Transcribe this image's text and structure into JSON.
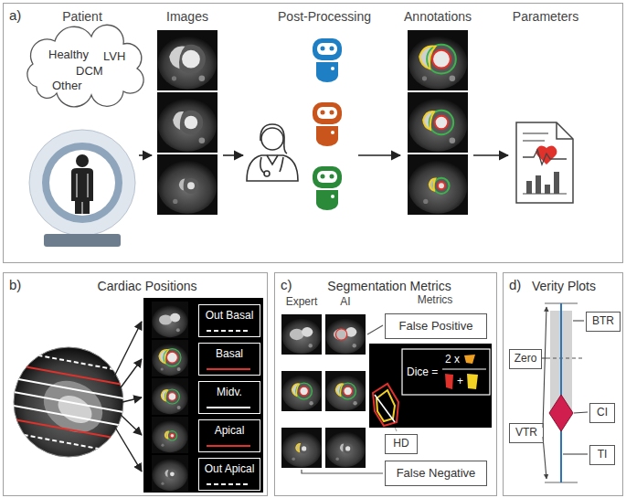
{
  "diagram": {
    "nodes": [
      {
        "text": [
          "a)"
        ]
      },
      {
        "text": [
          "Healthy",
          "LVH",
          "DCM",
          "Other"
        ],
        "in": 0
      },
      {
        "text": [
          "b)",
          "Cardiac Positions"
        ]
      },
      {
        "text": [
          "Out Basal"
        ],
        "in": 2
      },
      {
        "text": [
          "Basal"
        ],
        "in": 2
      },
      {
        "text": [
          "Midv."
        ],
        "in": 2
      },
      {
        "text": [
          "Apical"
        ],
        "in": 2
      },
      {
        "text": [
          "Out Apical"
        ],
        "in": 2
      },
      {
        "text": [
          "c)",
          "Segmentation Metrics"
        ]
      },
      {
        "text": [
          "False Positive"
        ],
        "in": 8
      },
      {
        "text": [
          "Dice =",
          "2 x",
          "+"
        ],
        "in": 8
      },
      {
        "text": [
          "HD"
        ],
        "in": 8
      },
      {
        "text": [
          "False Negative"
        ],
        "in": 8
      },
      {
        "text": [
          "d)",
          "Verity Plots"
        ]
      },
      {
        "text": [
          "Zero"
        ],
        "in": 13
      },
      {
        "text": [
          "BTR"
        ],
        "in": 13
      },
      {
        "text": [
          "VTR"
        ],
        "in": 13
      },
      {
        "text": [
          "CI"
        ],
        "in": 13
      },
      {
        "text": [
          "TI"
        ],
        "in": 13
      }
    ],
    "labels": [
      "Patient",
      "Images",
      "Post-Processing",
      "Annotations",
      "Parameters",
      "Expert",
      "AI",
      "Metrics"
    ]
  }
}
